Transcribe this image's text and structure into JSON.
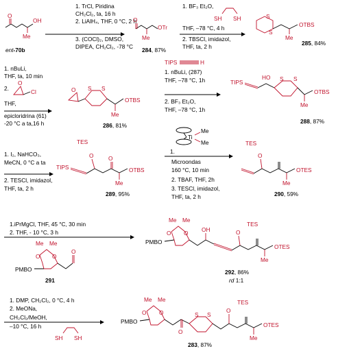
{
  "compounds": {
    "c70b": {
      "label_italic": "ent",
      "label": "-70b",
      "oh": "OH",
      "o": "O",
      "me": "Me"
    },
    "c284": {
      "num": "284",
      "yield": ", 87%",
      "o": "O",
      "otr": "OTr",
      "me": "Me"
    },
    "c285": {
      "num": "285",
      "yield": ", 84%",
      "s1": "S",
      "s2": "S",
      "otbs": "OTBS",
      "me": "Me"
    },
    "c286": {
      "num": "286",
      "yield": ", 81%",
      "o": "O",
      "s1": "S",
      "s2": "S",
      "otbs": "OTBS",
      "me": "Me"
    },
    "c288": {
      "num": "288",
      "yield": ", 87%",
      "tips": "TIPS",
      "ho": "HO",
      "s1": "S",
      "s2": "S",
      "otbs": "OTBS",
      "me": "Me"
    },
    "c289": {
      "num": "289",
      "yield": ", 95%",
      "tips": "TIPS",
      "tes": "TES",
      "o1": "O",
      "o2": "O",
      "otbs": "OTBS",
      "me": "Me"
    },
    "c290": {
      "num": "290",
      "yield": ",  59%",
      "tes": "TES",
      "o": "O",
      "otes": "OTES",
      "me": "Me"
    },
    "c291": {
      "num": "291",
      "pmbo": "PMBO",
      "me1": "Me",
      "me2": "Me",
      "o1": "O",
      "o2": "O",
      "o3": "O"
    },
    "c292": {
      "num": "292",
      "yield": ", 86%",
      "rd": "rd",
      "rd_ratio": " 1:1",
      "pmbo": "PMBO",
      "me1": "Me",
      "me2": "Me",
      "o1": "O",
      "o2": "O",
      "oh": "OH",
      "otes1": "O",
      "tes": "TES",
      "otes": "OTES",
      "me": "Me"
    },
    "c283": {
      "num": "283",
      "yield": ", 87%",
      "pmbo": "PMBO",
      "me1": "Me",
      "me2": "Me",
      "o1": "O",
      "o2": "O",
      "o3": "O",
      "s1": "S",
      "s2": "S",
      "tes": "TES",
      "otes": "OTES",
      "me": "Me"
    }
  },
  "steps": {
    "s1": [
      "1. TrCl, Piridina",
      "CH₂Cl₂, ta, 16 h",
      "2. LiAlH₄, THF, 0 °C, 2 h",
      "3. (COCl)₂, DMSO,",
      "DIPEA, CH₂Cl₂, -78 °C"
    ],
    "s2": [
      "1. BF₃ Et₂O,",
      "THF, –78 °C, 4 h",
      "2. TBSCl, imidazol,",
      "THF, ta, 2 h"
    ],
    "s2_reagent": {
      "sh1": "SH",
      "sh2": "SH"
    },
    "s3": [
      "1. nBuLi,",
      "THF, ta, 10 min",
      "2.",
      "THF,",
      "epicloridrina (61)",
      "-20 °C a ta,16 h"
    ],
    "s3_reagent": {
      "o": "O",
      "cl": "Cl"
    },
    "s4": [
      "1. nBuLi, (287)",
      "THF, –78 °C, 1h",
      "2. BF₃ Et₂O,",
      "THF, –78 °C, 1h"
    ],
    "s4_reagent": {
      "tips": "TIPS",
      "h": "H"
    },
    "s5": [
      "1. I₂, NaHCO₃,",
      "MeCN, 0 °C a ta",
      "2. TESCl, imidazol,",
      "THF, ta, 2 h"
    ],
    "s6": [
      "1.",
      "Microondas",
      "160 °C, 10 min",
      "2. TBAF, THF,  2h",
      "3. TESCl, imidazol,",
      "THF, ta, 2 h"
    ],
    "s6_reagent": {
      "ti": "Ti",
      "me1": "Me",
      "me2": "Me"
    },
    "s7": [
      "1.iPrMgCl, THF, 45 °C, 30 min",
      "2. THF, - 10 °C, 3 h"
    ],
    "s8": [
      "1. DMP, CH₂Cl₂, 0 °C, 4 h",
      "2. MeONa,",
      "CH₂Cl₂/MeOH,",
      "–10 °C, 16 h"
    ],
    "s8_reagent": {
      "sh1": "SH",
      "sh2": "SH"
    }
  }
}
